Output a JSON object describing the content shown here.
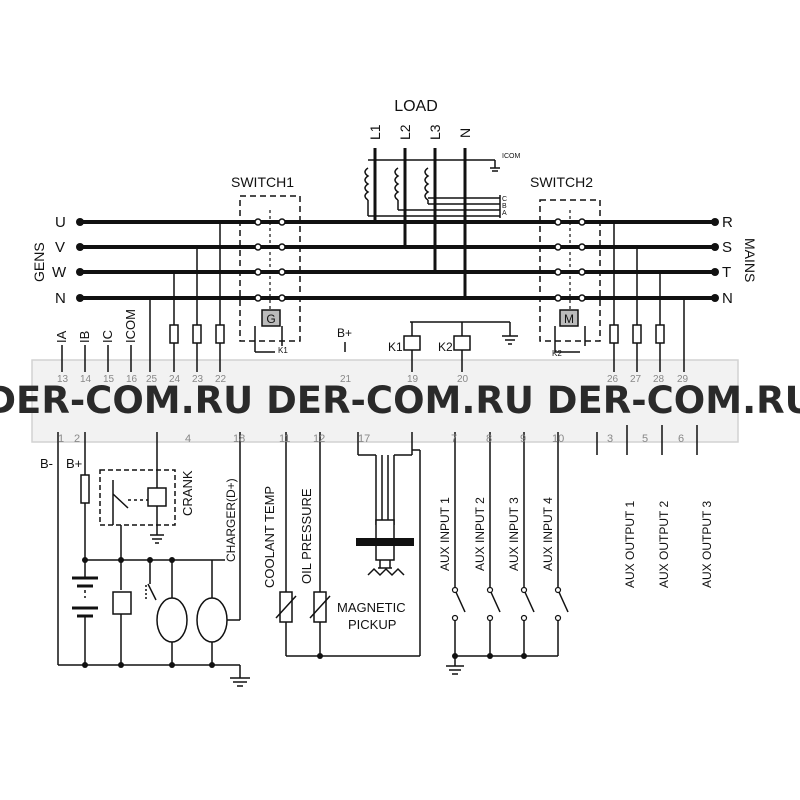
{
  "labels": {
    "load": "LOAD",
    "l1": "L1",
    "l2": "L2",
    "l3": "L3",
    "n_load": "N",
    "icom_top": "ICOM",
    "ct_c": "C",
    "ct_b": "B",
    "ct_a": "A",
    "switch1": "SWITCH1",
    "switch2": "SWITCH2",
    "gens": "GENS",
    "mains": "MAINS",
    "gen_phases": [
      "U",
      "V",
      "W",
      "N"
    ],
    "mains_phases": [
      "R",
      "S",
      "T",
      "N"
    ],
    "gen_contactor": "G",
    "mains_contactor": "M",
    "b_plus_top": "B+",
    "k1": "K1",
    "k2": "K2",
    "k1_small": "K1",
    "k2_small": "K2",
    "ct_inputs": [
      "IA",
      "IB",
      "IC",
      "ICOM"
    ],
    "top_terminals": [
      "13",
      "14",
      "15",
      "16",
      "25",
      "24",
      "23",
      "22",
      "21",
      "19",
      "20",
      "26",
      "27",
      "28",
      "29"
    ],
    "bottom_terminals": [
      "1",
      "2",
      "4",
      "18",
      "11",
      "12",
      "17",
      "7",
      "8",
      "9",
      "10",
      "3",
      "5",
      "6"
    ],
    "b_minus": "B-",
    "b_plus": "B+",
    "crank": "CRANK",
    "charger": "CHARGER(D+)",
    "coolant_temp": "COOLANT TEMP",
    "oil_pressure": "OIL PRESSURE",
    "magnetic": "MAGNETIC",
    "pickup": "PICKUP",
    "aux_inputs": [
      "AUX INPUT 1",
      "AUX INPUT 2",
      "AUX INPUT 3",
      "AUX INPUT 4"
    ],
    "aux_outputs": [
      "AUX OUTPUT 1",
      "AUX OUTPUT 2",
      "AUX OUTPUT 3"
    ]
  },
  "watermark": "DER-COM.RU DER-COM.RU DER-COM.RU",
  "colors": {
    "line": "#111111",
    "controller": "#e8e8e8",
    "watermark": "#2a2a2a"
  }
}
